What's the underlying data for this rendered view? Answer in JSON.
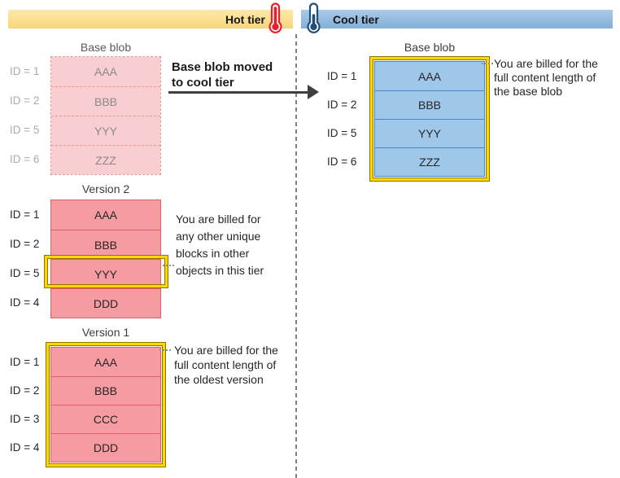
{
  "header": {
    "hot_label": "Hot tier",
    "cool_label": "Cool tier"
  },
  "hot_tier": {
    "base_blob": {
      "title": "Base blob",
      "rows": [
        {
          "id": "ID = 1",
          "block": "AAA"
        },
        {
          "id": "ID = 2",
          "block": "BBB"
        },
        {
          "id": "ID = 5",
          "block": "YYY"
        },
        {
          "id": "ID = 6",
          "block": "ZZZ"
        }
      ]
    },
    "move_annotation": {
      "line1": "Base blob moved",
      "line2": "to cool tier"
    },
    "version2": {
      "title": "Version 2",
      "rows": [
        {
          "id": "ID = 1",
          "block": "AAA"
        },
        {
          "id": "ID = 2",
          "block": "BBB"
        },
        {
          "id": "ID = 5",
          "block": "YYY"
        },
        {
          "id": "ID = 4",
          "block": "DDD"
        }
      ],
      "highlighted_block": "YYY",
      "note": {
        "line1": "You are billed for",
        "line2": "any other unique",
        "line3": "blocks in other",
        "line4": "objects in this tier"
      }
    },
    "version1": {
      "title": "Version 1",
      "rows": [
        {
          "id": "ID = 1",
          "block": "AAA"
        },
        {
          "id": "ID = 2",
          "block": "BBB"
        },
        {
          "id": "ID = 3",
          "block": "CCC"
        },
        {
          "id": "ID = 4",
          "block": "DDD"
        }
      ],
      "note": {
        "line1": "You are billed for the",
        "line2": "full content length of",
        "line3": "the oldest version"
      }
    }
  },
  "cool_tier": {
    "base_blob": {
      "title": "Base blob",
      "rows": [
        {
          "id": "ID = 1",
          "block": "AAA"
        },
        {
          "id": "ID = 2",
          "block": "BBB"
        },
        {
          "id": "ID = 5",
          "block": "YYY"
        },
        {
          "id": "ID = 6",
          "block": "ZZZ"
        }
      ],
      "note": {
        "line1": "You are billed for the",
        "line2": "full content length of",
        "line3": "the base blob"
      }
    }
  },
  "colors": {
    "hot_bar": "#FBDF8E",
    "cool_bar": "#92BCE0",
    "hot_accent": "#E8202C",
    "cool_accent": "#1F4E79",
    "faded_block_fill": "#F9CED0",
    "faded_block_border": "#F19399",
    "hot_block_fill": "#F59BA1",
    "hot_block_border": "#DD6066",
    "cool_block_fill": "#9FC7EA",
    "cool_block_border": "#4B86C0",
    "gold_highlight": "#FFD700",
    "gold_dark": "#8F7500",
    "arrow": "#3F3F3F",
    "separator": "#7F7F7F"
  }
}
